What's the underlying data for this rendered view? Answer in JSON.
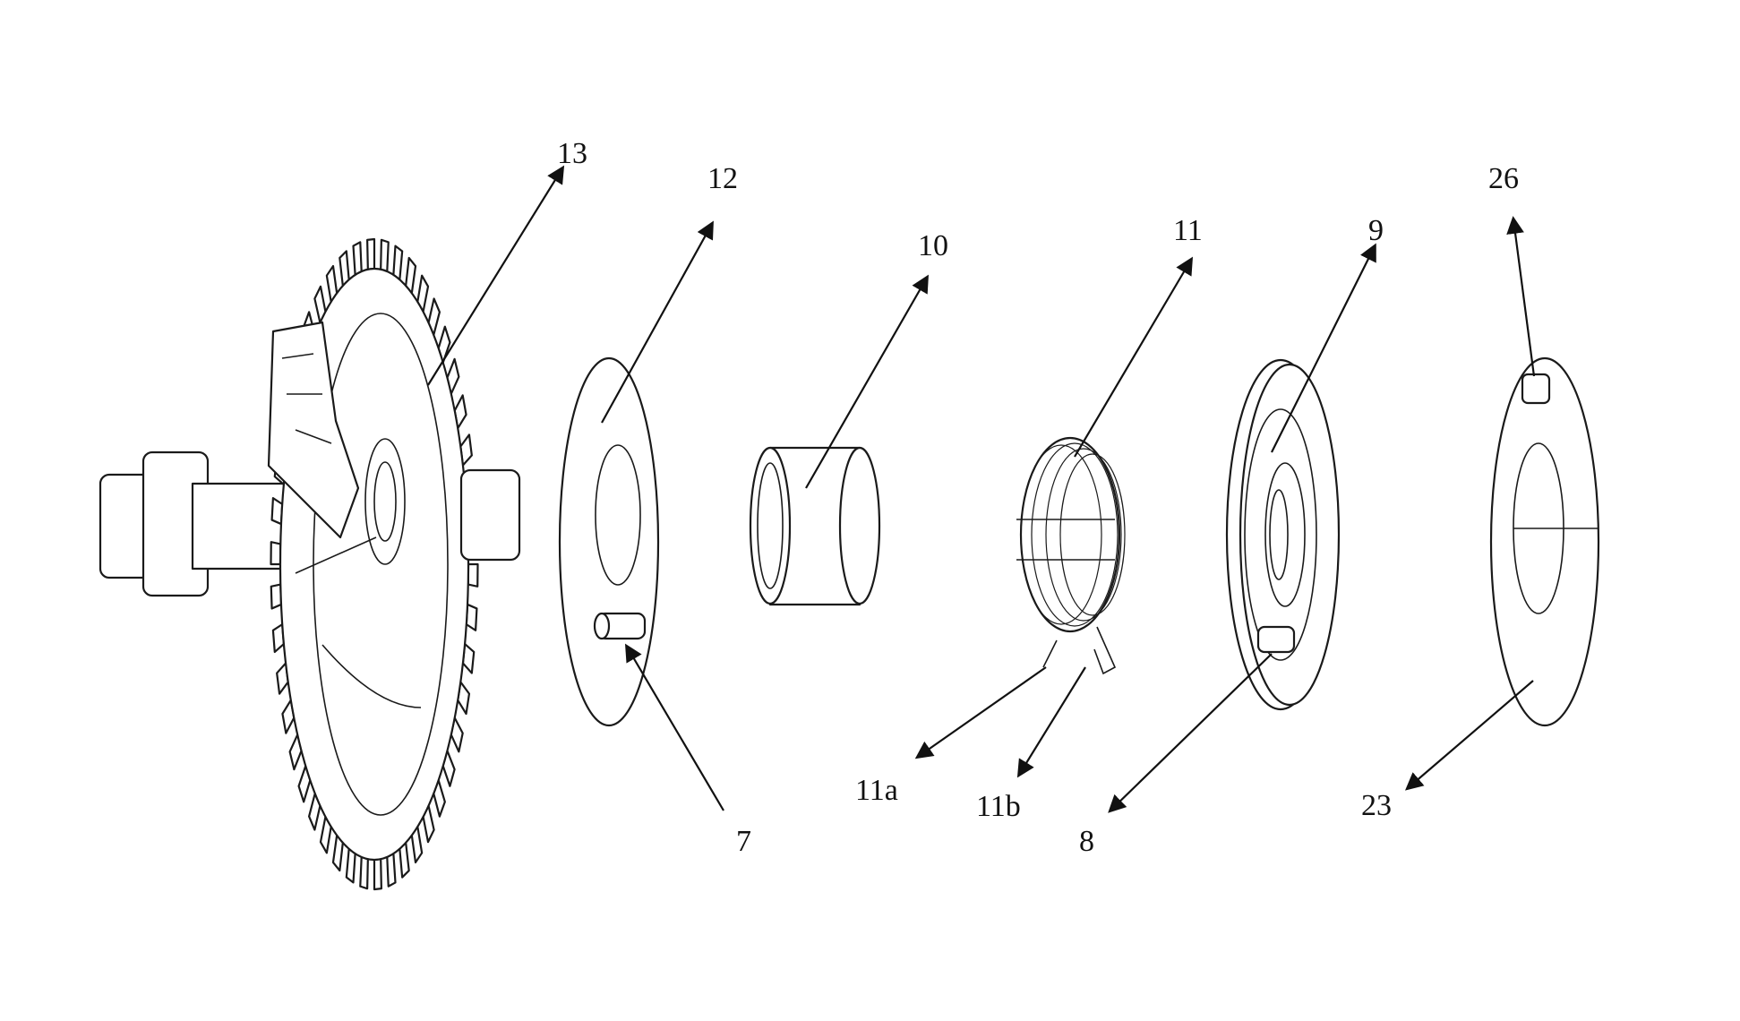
{
  "labels": {
    "gear": "13",
    "disc_front": "12",
    "bushing": "10",
    "spring": "11",
    "cam_disc": "9",
    "pin_cam": "26",
    "pin_front": "7",
    "spring_end_a": "11a",
    "spring_end_b": "11b",
    "pin_cam_disc": "8",
    "washer": "23"
  },
  "colors": {
    "line": "#1a1a1a",
    "background": "#ffffff"
  }
}
